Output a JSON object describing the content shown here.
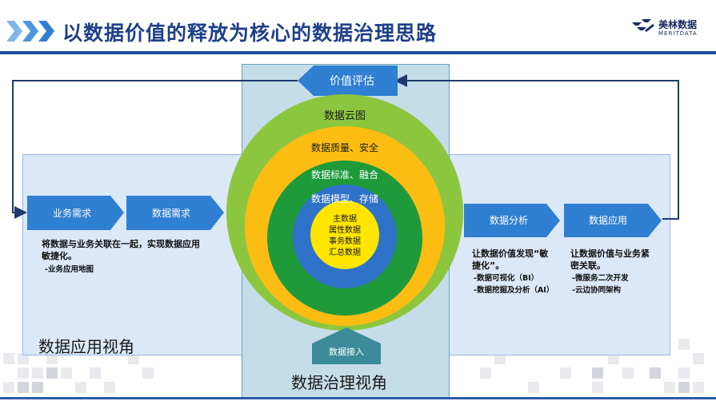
{
  "header": {
    "title": "以数据价值的释放为核心的数据治理思路",
    "logo_cn": "美林数据",
    "logo_en": "MERITDATA"
  },
  "views": {
    "application": "数据应用视角",
    "governance": "数据治理视角"
  },
  "flow_boxes": {
    "business_demand": "业务需求",
    "data_demand": "数据需求",
    "data_analysis": "数据分析",
    "data_application": "数据应用",
    "value_assessment": "价值评估",
    "data_access": "数据接入"
  },
  "rings": {
    "outer": "数据云图",
    "second": "数据质量、安全",
    "third": "数据标准、融合",
    "fourth": "数据模型、存储",
    "core": [
      "主数据",
      "属性数据",
      "事务数据",
      "汇总数据"
    ]
  },
  "descriptions": {
    "left_main": "将数据与业务关联在一起，实现数据应用敏捷化。",
    "left_sub": "-业务应用地图",
    "analysis_main": "让数据价值发现“敏捷化”。",
    "analysis_sub1": "-数据可视化（BI）",
    "analysis_sub2": "-数据挖掘及分析（AI）",
    "application_main": "让数据价值与业务紧密关联。",
    "application_sub1": "-微服务二次开发",
    "application_sub2": "-云边协同架构"
  },
  "colors": {
    "title": "#1f3f8a",
    "arrow_box": "#2f7fd2",
    "ring_outer": "#8cc63f",
    "ring_second": "#fbbd12",
    "ring_third": "#1f9a3b",
    "ring_fourth": "#2f72c9",
    "ring_core": "#ffe500",
    "governance_bg": "#c5dde8",
    "application_bg": "#dbe8f8"
  }
}
